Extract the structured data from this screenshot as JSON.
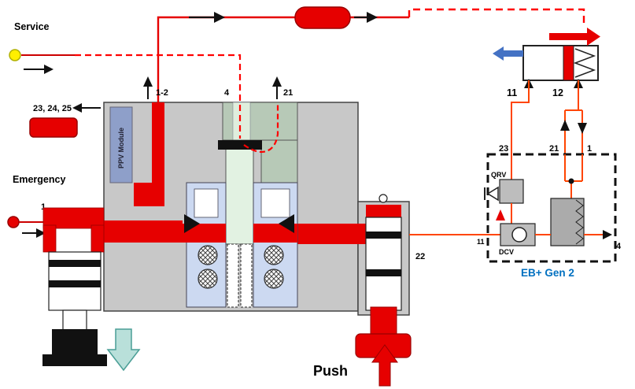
{
  "labels": {
    "service": "Service",
    "emergency": "Emergency",
    "push": "Push",
    "ppv_module": "PPV Module",
    "eb_gen2": "EB+ Gen 2",
    "qrv": "QRV",
    "dcv": "DCV"
  },
  "ports": {
    "exhaust_group": "23, 24, 25",
    "supply_12": "1-2",
    "service_4": "4",
    "exhaust_21": "21",
    "emergency_1": "1",
    "delivery_22": "22",
    "chamber_11": "11",
    "chamber_12": "12",
    "eb_23": "23",
    "eb_21": "21",
    "eb_1": "1",
    "eb_11": "11",
    "eb_4": "4"
  },
  "colors": {
    "red": "#e60000",
    "dark_red": "#990000",
    "dashed_red": "#ff0000",
    "orange_line": "#ff4500",
    "body_gray": "#c8c8c8",
    "lavender": "#ccd9f1",
    "piston_green": "#e2f2e2",
    "block_green": "#b7c9b7",
    "ppv_blue": "#8e9fc9",
    "eb_text_blue": "#0070c0",
    "arrow_blue": "#4472c4",
    "arrow_teal": "#b9e0da",
    "service_yellow": "#ffef00"
  }
}
